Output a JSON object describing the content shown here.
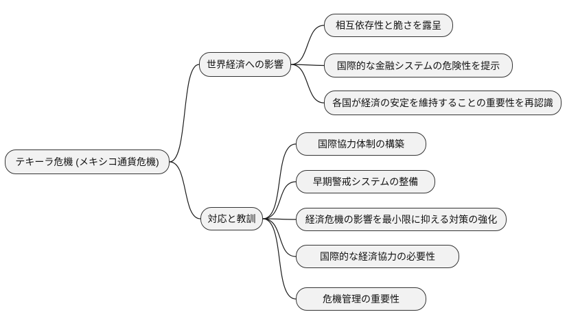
{
  "diagram": {
    "type": "mindmap",
    "background_color": "#ffffff",
    "node_fill_color": "#f2f2f2",
    "node_border_color": "#333333",
    "line_color": "#1a1a1a",
    "text_color": "#111111",
    "root": {
      "label": "テキーラ危機 (メキシコ通貨危機)",
      "children": [
        {
          "label": "世界経済への影響",
          "children": [
            {
              "label": "相互依存性と脆さを露呈"
            },
            {
              "label": "国際的な金融システムの危険性を提示"
            },
            {
              "label": "各国が経済の安定を維持することの重要性を再認識"
            }
          ]
        },
        {
          "label": "対応と教訓",
          "children": [
            {
              "label": "国際協力体制の構築"
            },
            {
              "label": "早期警戒システムの整備"
            },
            {
              "label": "経済危機の影響を最小限に抑える対策の強化"
            },
            {
              "label": "国際的な経済協力の必要性"
            },
            {
              "label": "危機管理の重要性"
            }
          ]
        }
      ]
    }
  }
}
